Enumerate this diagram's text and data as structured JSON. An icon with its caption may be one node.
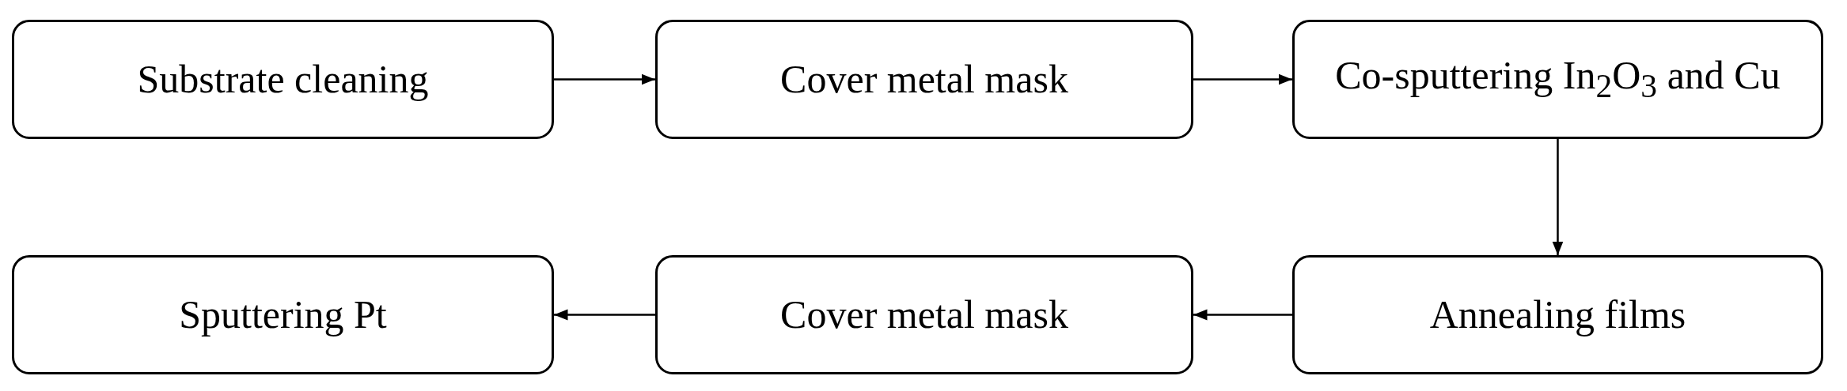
{
  "diagram": {
    "nodes": [
      {
        "text": [
          "Substrate cleaning"
        ]
      },
      {
        "text": [
          "Cover metal mask"
        ]
      },
      {
        "text": [
          "Co-sputtering In$_{2}$O$_{3}$ and Cu"
        ]
      },
      {
        "text": [
          "Sputtering Pt"
        ]
      },
      {
        "text": [
          "Cover metal mask"
        ]
      },
      {
        "text": [
          "Annealing films"
        ]
      }
    ],
    "edges": [
      {
        "from": 0,
        "to": 1,
        "arrow": "to"
      },
      {
        "from": 1,
        "to": 2,
        "arrow": "to"
      },
      {
        "from": 2,
        "to": 5,
        "arrow": "to"
      },
      {
        "from": 5,
        "to": 4,
        "arrow": "to"
      },
      {
        "from": 4,
        "to": 3,
        "arrow": "to"
      }
    ]
  }
}
